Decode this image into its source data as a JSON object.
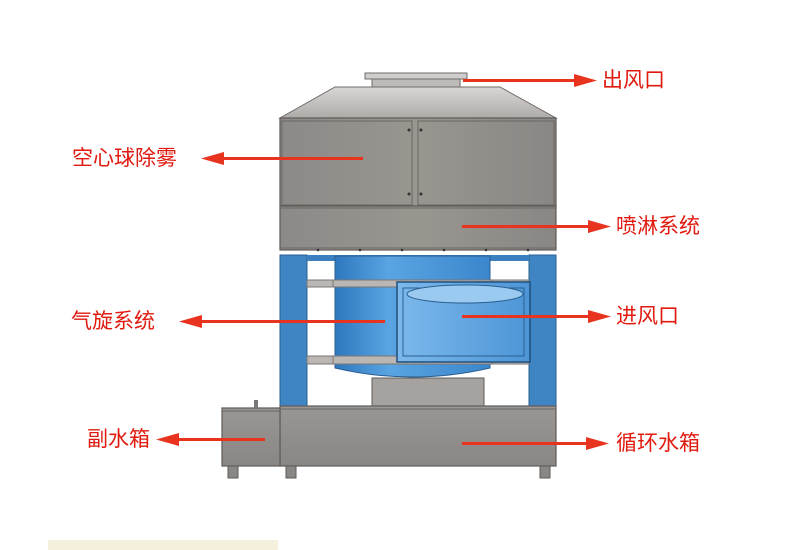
{
  "labels": {
    "outlet": "出风口",
    "demister": "空心球除雾",
    "spray": "喷淋系统",
    "cyclone": "气旋系统",
    "inlet": "进风口",
    "aux_tank": "副水箱",
    "circ_tank": "循环水箱"
  },
  "colors": {
    "label_text": "#e01a0f",
    "arrow": "#e8341e",
    "steel_dark": "#8c8886",
    "steel_light": "#b9b6b4",
    "frame_blue": "#3f84c3",
    "cyclone_blue": "#4f98d8"
  }
}
